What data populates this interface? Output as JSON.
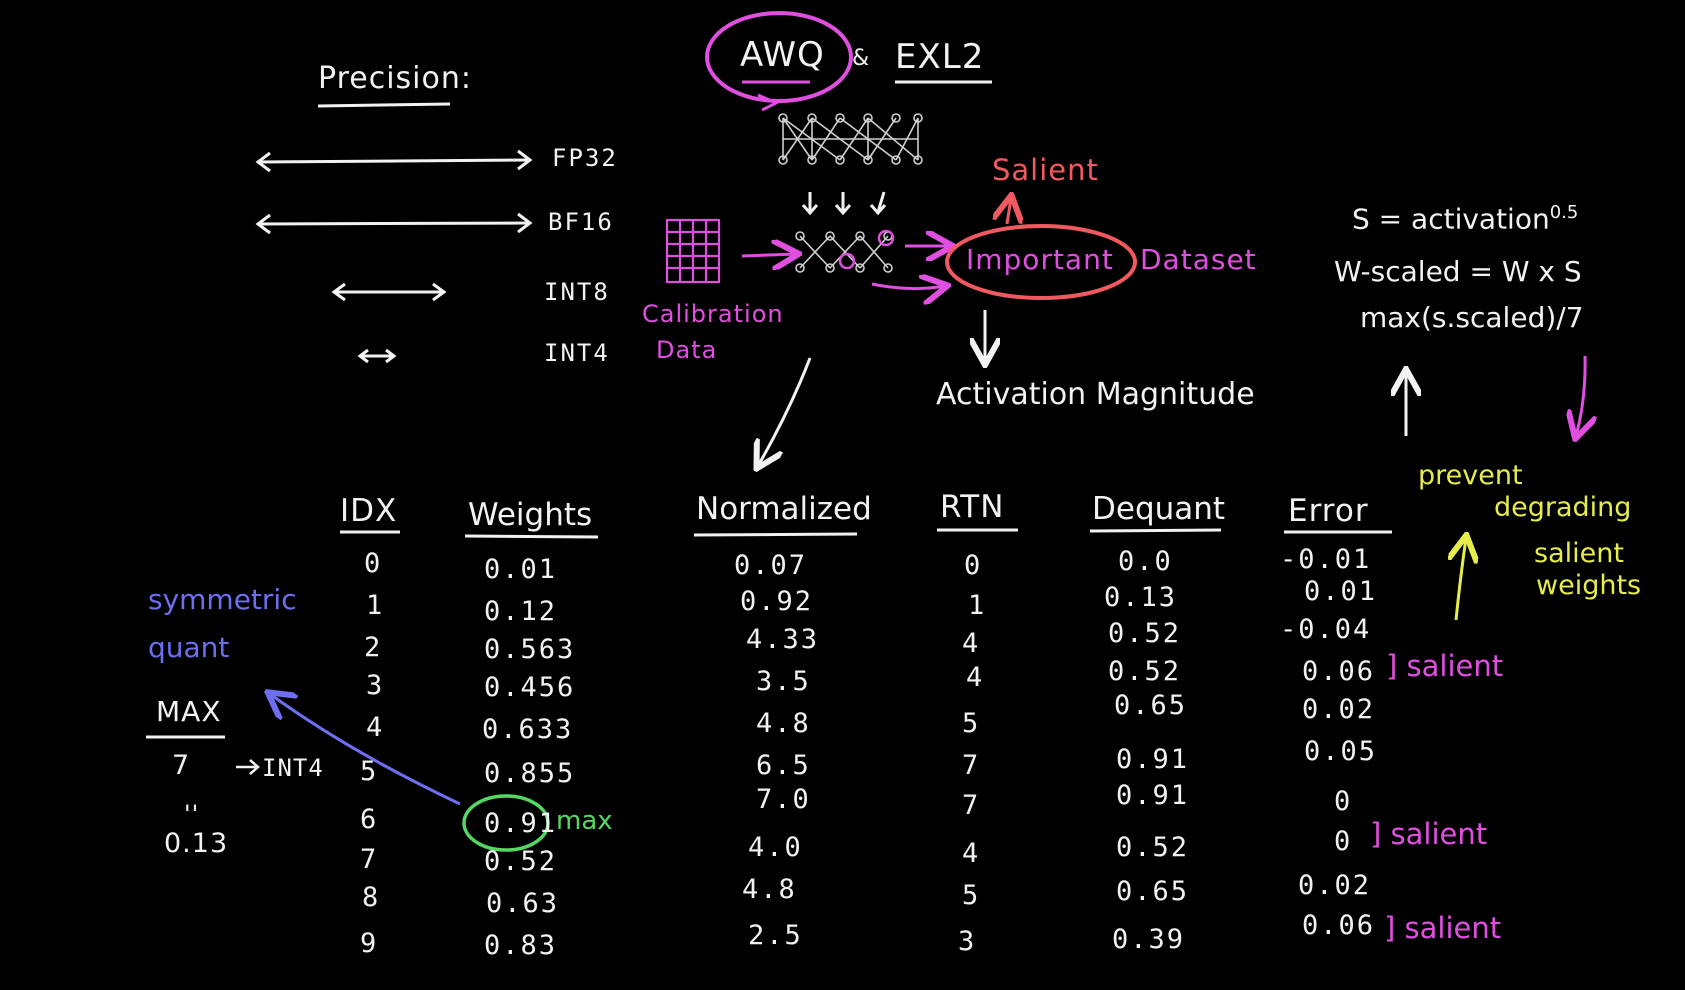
{
  "precision": {
    "title": "Precision:",
    "formats": [
      "FP32",
      "BF16",
      "INT8",
      "INT4"
    ]
  },
  "header": {
    "awq": "AWQ",
    "sep": "&",
    "exl2": "EXL2"
  },
  "flow": {
    "calibration_line1": "Calibration",
    "calibration_line2": "Data",
    "salient": "Salient",
    "important": "Important",
    "dataset": "Dataset",
    "activation_magnitude": "Activation Magnitude"
  },
  "formula": {
    "line1": "S = activation",
    "line1_exp": "0.5",
    "line2": "W-scaled = W x S",
    "line3": "max(s.scaled)/7"
  },
  "note": {
    "prevent": "prevent",
    "degrading": "degrading",
    "salient": "salient",
    "weights": "weights"
  },
  "left": {
    "symmetric": "symmetric",
    "quant": "quant",
    "max_label": "MAX",
    "max_val": "7",
    "int4": "INT4",
    "equals": "''",
    "scale": "0.13"
  },
  "table": {
    "headers": [
      "IDX",
      "Weights",
      "Normalized",
      "RTN",
      "Dequant",
      "Error"
    ],
    "rows": [
      {
        "idx": "0",
        "w": "0.01",
        "n": "0.07",
        "r": "0",
        "d": "0.0",
        "e": "-0.01"
      },
      {
        "idx": "1",
        "w": "0.12",
        "n": "0.92",
        "r": "1",
        "d": "0.13",
        "e": "0.01"
      },
      {
        "idx": "2",
        "w": "0.563",
        "n": "4.33",
        "r": "4",
        "d": "0.52",
        "e": "-0.04"
      },
      {
        "idx": "3",
        "w": "0.456",
        "n": "3.5",
        "r": "4",
        "d": "0.52",
        "e": "0.06"
      },
      {
        "idx": "4",
        "w": "0.633",
        "n": "4.8",
        "r": "5",
        "d": "0.65",
        "e": "0.02"
      },
      {
        "idx": "5",
        "w": "0.855",
        "n": "6.5",
        "r": "7",
        "d": "0.91",
        "e": "0.05"
      },
      {
        "idx": "6",
        "w": "0.91",
        "n": "7.0",
        "r": "7",
        "d": "0.91",
        "e": "0"
      },
      {
        "idx": "7",
        "w": "0.52",
        "n": "4.0",
        "r": "4",
        "d": "0.52",
        "e": "0"
      },
      {
        "idx": "8",
        "w": "0.63",
        "n": "4.8",
        "r": "5",
        "d": "0.65",
        "e": "0.02"
      },
      {
        "idx": "9",
        "w": "0.83",
        "n": "2.5",
        "r": "3",
        "d": "0.39",
        "e": "0.06"
      }
    ],
    "max_note": "max",
    "salient_notes": [
      "] salient",
      "] salient",
      "] salient"
    ]
  },
  "colors": {
    "background": "#000000",
    "chalk": "#f2f2f2",
    "magenta": "#e04fe0",
    "red": "#f0595f",
    "blue": "#6e6ef0",
    "green": "#54d862",
    "yellow": "#e6ec4a"
  }
}
